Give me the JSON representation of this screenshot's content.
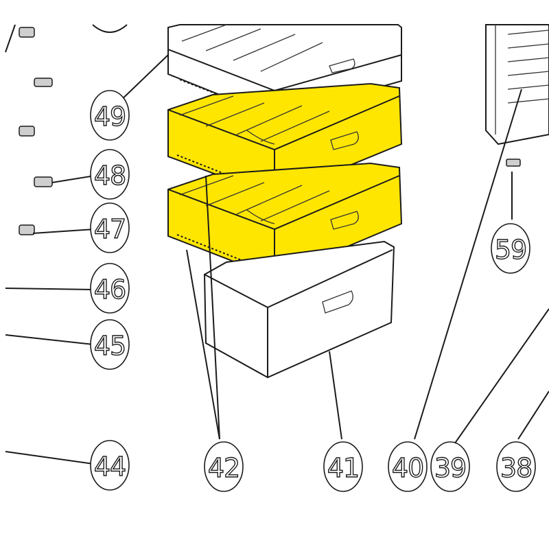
{
  "colors": {
    "highlight": "#ffe600",
    "line": "#1a1a1a",
    "background": "#ffffff"
  },
  "parts": {
    "drawer_highlighted_part": "42",
    "drawer_bottom_part": "41"
  },
  "callouts": [
    {
      "id": "49",
      "label": "49",
      "highlighted": false
    },
    {
      "id": "48",
      "label": "48",
      "highlighted": false
    },
    {
      "id": "47",
      "label": "47",
      "highlighted": false
    },
    {
      "id": "46",
      "label": "46",
      "highlighted": false
    },
    {
      "id": "45",
      "label": "45",
      "highlighted": false
    },
    {
      "id": "44",
      "label": "44",
      "highlighted": false
    },
    {
      "id": "42",
      "label": "42",
      "highlighted": true
    },
    {
      "id": "41",
      "label": "41",
      "highlighted": false
    },
    {
      "id": "40",
      "label": "40",
      "highlighted": false
    },
    {
      "id": "39",
      "label": "39",
      "highlighted": false
    },
    {
      "id": "38",
      "label": "38",
      "highlighted": false
    },
    {
      "id": "59",
      "label": "59",
      "highlighted": false
    }
  ]
}
